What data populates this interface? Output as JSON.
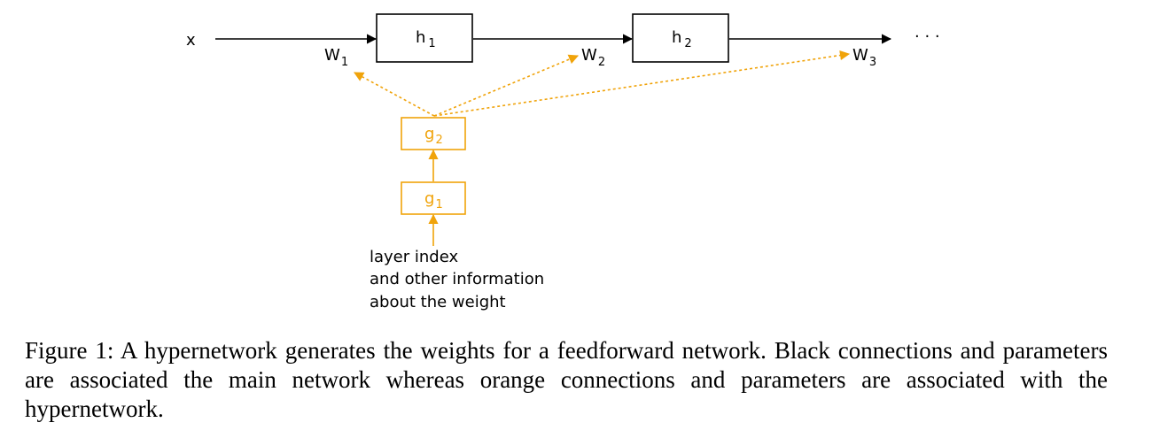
{
  "diagram": {
    "input_label": "x",
    "ellipsis": "· · ·",
    "main_nodes": [
      {
        "letter": "h",
        "index": "1"
      },
      {
        "letter": "h",
        "index": "2"
      }
    ],
    "weights": [
      {
        "letter": "W",
        "index": "1"
      },
      {
        "letter": "W",
        "index": "2"
      },
      {
        "letter": "W",
        "index": "3"
      }
    ],
    "hyper_nodes": [
      {
        "letter": "g",
        "index": "2"
      },
      {
        "letter": "g",
        "index": "1"
      }
    ],
    "input_note": [
      "layer index",
      "and other information",
      "about the weight"
    ],
    "colors": {
      "main": "#000000",
      "hyper": "#f0a30a"
    }
  },
  "caption": "Figure 1: A hypernetwork generates the weights for a feedforward network. Black connections and parameters are associated the main network whereas orange connections and parameters are associated with the hypernetwork."
}
